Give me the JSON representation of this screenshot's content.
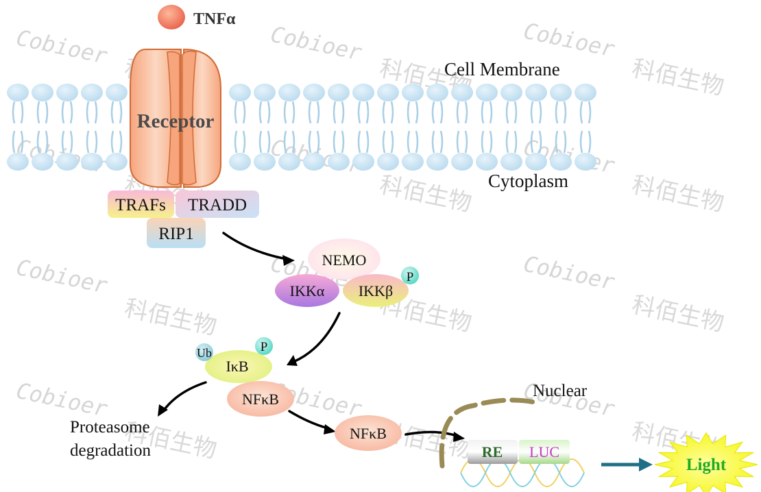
{
  "ligand": {
    "label": "TNFα"
  },
  "membrane": {
    "top_label": "Cell Membrane",
    "bottom_label": "Cytoplasm"
  },
  "receptor": {
    "label": "Receptor"
  },
  "adaptors": {
    "trafs": "TRAFs",
    "tradd": "TRADD",
    "rip1": "RIP1"
  },
  "ikk_complex": {
    "nemo": "NEMO",
    "ikk_alpha": "IKKα",
    "ikk_beta": "IKKβ",
    "phospho": "P"
  },
  "ikb_complex": {
    "ub": "Ub",
    "ikb": "IκB",
    "phospho": "P",
    "nfkb": "NFκB"
  },
  "degradation": {
    "line1": "Proteasome",
    "line2": "degradation"
  },
  "nucleus": {
    "label": "Nuclear",
    "nfkb": "NFκB",
    "re": "RE",
    "luc": "LUC"
  },
  "output": {
    "light": "Light"
  },
  "watermark": {
    "latin": "Cobioer",
    "chinese": "科佰生物"
  },
  "colors": {
    "receptor": "#f7b08a",
    "arrow": "#000000",
    "output_arrow": "#1f6f86",
    "nucleus_dash": "#9a8a55",
    "re_text": "#2e6b2e",
    "luc_text": "#cc33cc",
    "light_text": "#22aa22"
  }
}
